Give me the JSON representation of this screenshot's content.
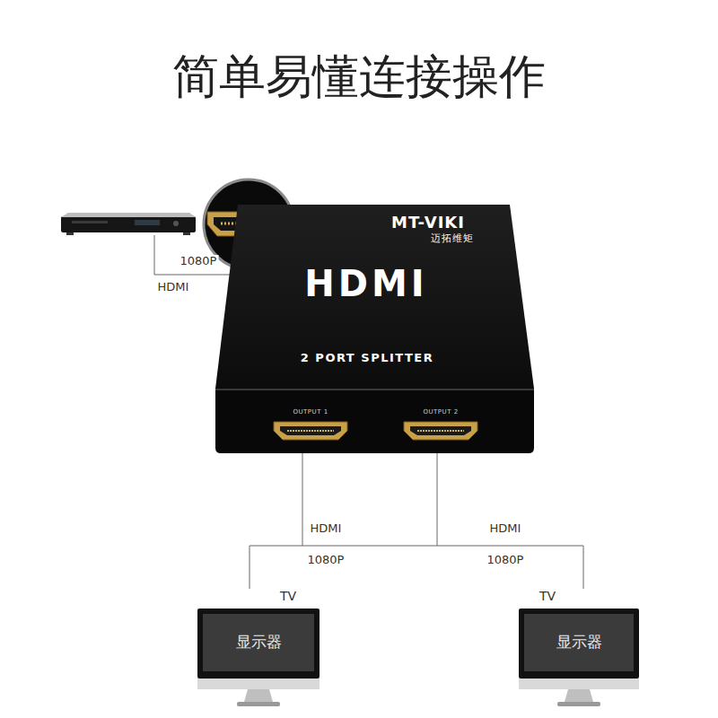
{
  "diagram": {
    "title": "简单易懂连接操作",
    "nodes": [
      {
        "text": [
          "MT-VIKI",
          "迈拓维矩",
          "HDMI",
          "2 PORT SPLITTER"
        ]
      },
      {
        "text": [
          "OUTPUT 1"
        ],
        "in": 0
      },
      {
        "text": [
          "OUTPUT 2"
        ],
        "in": 0
      },
      {
        "text": [
          "TV",
          "显示器"
        ]
      },
      {
        "text": [
          "TV",
          "显示器"
        ]
      }
    ],
    "edges": [
      {
        "from": 1,
        "to": 3,
        "arrow": "none",
        "label": "HDMI"
      },
      {
        "from": 2,
        "to": 4,
        "arrow": "none",
        "label": "HDMI"
      }
    ],
    "labels": [
      "1080P",
      "HDMI",
      "1080P",
      "1080P"
    ]
  }
}
